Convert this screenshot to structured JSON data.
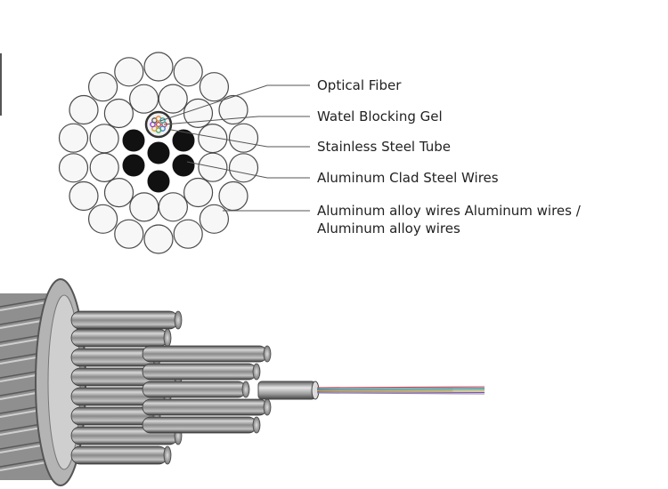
{
  "labels": {
    "optical_fiber": "Optical Fiber",
    "blocking_gel": "Watel Blocking Gel",
    "steel_tube": "Stainless Steel Tube",
    "clad_steel_wires": "Aluminum Clad Steel Wires",
    "alloy_wires_line1": "Aluminum alloy wires Aluminum wires /",
    "alloy_wires_line2": "Aluminum alloy wires"
  },
  "colors": {
    "label_text": "#222222",
    "leader_line": "#555555",
    "wire_outline": "#4a4a4a",
    "wire_fill": "#f7f7f7",
    "clad_wire_fill": "#111111",
    "cable_metal": "#9a9a9a"
  }
}
